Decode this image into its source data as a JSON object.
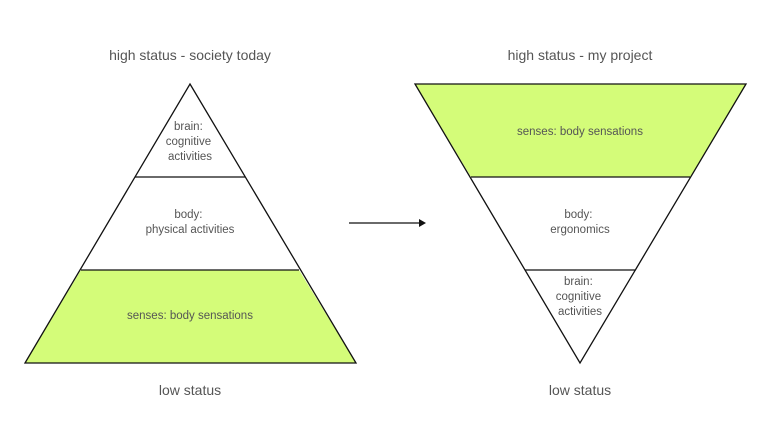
{
  "colors": {
    "highlight": "#d4fc79",
    "line": "#111111",
    "text": "#555555"
  },
  "left_pyramid": {
    "heading": "high status - society today",
    "footer": "low status",
    "levels": [
      {
        "lines": [
          "brain:",
          "cognitive",
          "activities"
        ],
        "highlighted": false
      },
      {
        "lines": [
          "body:",
          "physical activities"
        ],
        "highlighted": false
      },
      {
        "lines": [
          "senses: body sensations"
        ],
        "highlighted": true
      }
    ]
  },
  "right_pyramid": {
    "heading": "high status - my project",
    "footer": "low status",
    "levels": [
      {
        "lines": [
          "senses: body sensations"
        ],
        "highlighted": true
      },
      {
        "lines": [
          "body:",
          "ergonomics"
        ],
        "highlighted": false
      },
      {
        "lines": [
          "brain:",
          "cognitive",
          "activities"
        ],
        "highlighted": false
      }
    ]
  },
  "arrow": {
    "icon": "arrow-right-icon"
  }
}
